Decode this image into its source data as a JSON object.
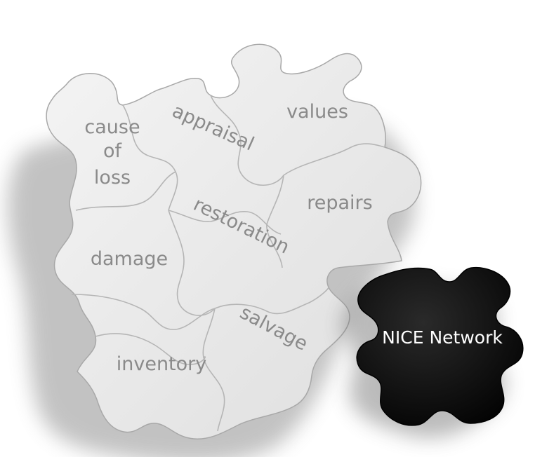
{
  "puzzle": {
    "pieces": [
      {
        "id": "cause-of-loss",
        "lines": [
          "cause",
          "of",
          "loss"
        ]
      },
      {
        "id": "appraisal",
        "lines": [
          "appraisal"
        ]
      },
      {
        "id": "values",
        "lines": [
          "values"
        ]
      },
      {
        "id": "repairs",
        "lines": [
          "repairs"
        ]
      },
      {
        "id": "restoration",
        "lines": [
          "restoration"
        ]
      },
      {
        "id": "damage",
        "lines": [
          "damage"
        ]
      },
      {
        "id": "salvage",
        "lines": [
          "salvage"
        ]
      },
      {
        "id": "inventory",
        "lines": [
          "inventory"
        ]
      }
    ],
    "network_piece": {
      "label": "NICE Network",
      "fill": "#0a0a0a"
    },
    "piece_fill": "#ececec",
    "text_color": "#8a8a8a"
  }
}
